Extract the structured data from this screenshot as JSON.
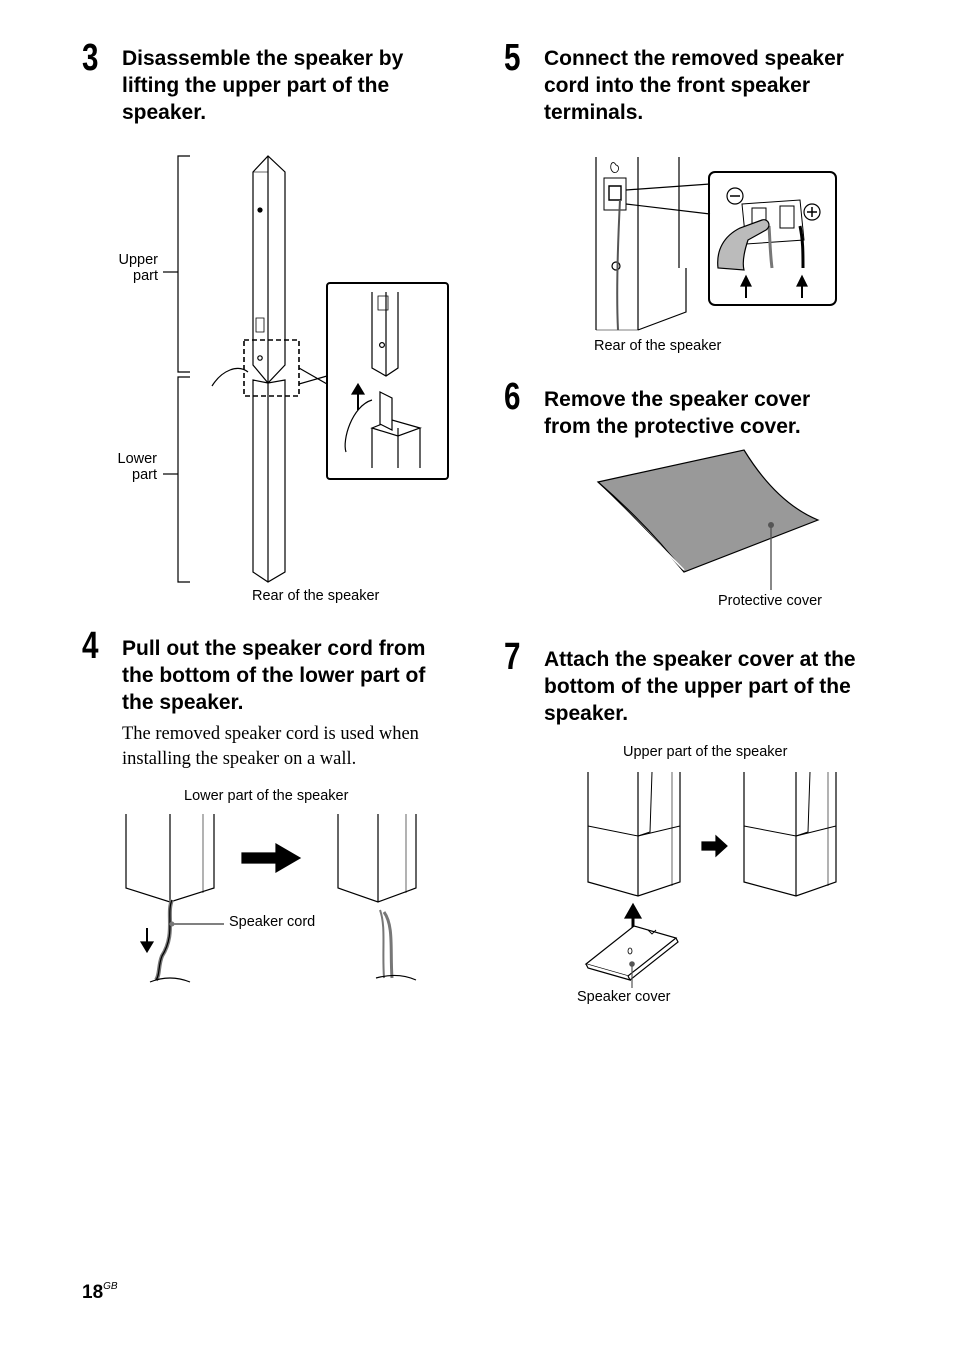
{
  "steps": {
    "s3": {
      "num": "3",
      "title_l1": "Disassemble the speaker by",
      "title_l2": "lifting the upper part of the",
      "title_l3": "speaker."
    },
    "s4": {
      "num": "4",
      "title_l1": "Pull out the speaker cord from",
      "title_l2": "the bottom of the lower part of",
      "title_l3": "the speaker.",
      "body_l1": "The removed speaker cord is used when",
      "body_l2": "installing the speaker on a wall."
    },
    "s5": {
      "num": "5",
      "title_l1": "Connect the removed speaker",
      "title_l2": "cord into the front speaker",
      "title_l3": "terminals."
    },
    "s6": {
      "num": "6",
      "title_l1": "Remove the speaker cover",
      "title_l2": "from the protective cover."
    },
    "s7": {
      "num": "7",
      "title_l1": "Attach the speaker cover at the",
      "title_l2": "bottom of the upper part of the",
      "title_l3": "speaker."
    }
  },
  "labels": {
    "upper_l1": "Upper",
    "upper_l2": "part",
    "lower_l1": "Lower",
    "lower_l2": "part",
    "rear3": "Rear of the speaker",
    "lower_part_of_speaker": "Lower part of the speaker",
    "speaker_cord": "Speaker cord",
    "rear5": "Rear of the speaker",
    "protective_cover": "Protective cover",
    "upper_part_of_speaker": "Upper part of the speaker",
    "speaker_cover": "Speaker cover",
    "minus": "−",
    "plus": "+"
  },
  "page": {
    "number": "18",
    "suffix": "GB"
  }
}
